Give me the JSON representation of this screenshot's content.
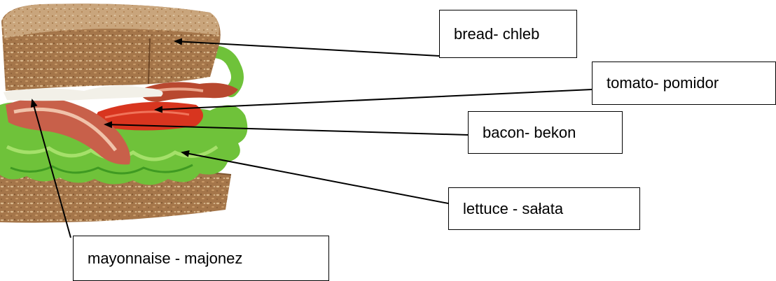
{
  "labels": {
    "bread": "bread- chleb",
    "tomato": "tomato- pomidor",
    "bacon": "bacon- bekon",
    "lettuce": "lettuce - sałata",
    "mayonnaise": "mayonnaise - majonez"
  },
  "colors": {
    "label_border": "#000000",
    "arrow": "#000000",
    "bread_crust": "#9a6a3c",
    "lettuce": "#6fc23a",
    "bacon": "#c8604a",
    "tomato": "#d8351f",
    "mayonnaise": "#f2f0e8"
  },
  "icons": {
    "photo": "blt-sandwich-illustration"
  }
}
